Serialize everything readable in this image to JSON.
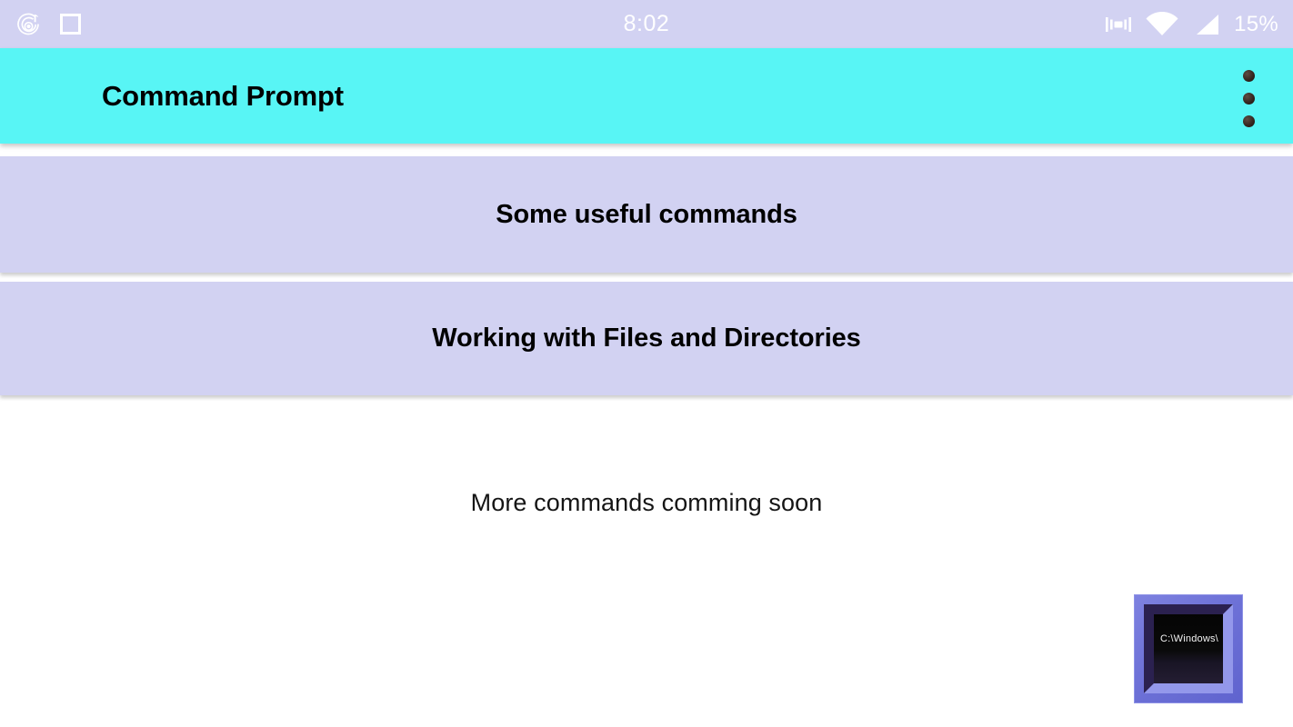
{
  "status_bar": {
    "background_color": "#d2d2f2",
    "clock": "8:02",
    "battery_percent": "15%",
    "left_icons": [
      "music-notification-icon",
      "square-notification-icon"
    ],
    "right_icons": [
      "vibrate-icon",
      "wifi-icon",
      "cellular-signal-icon"
    ]
  },
  "app_bar": {
    "title": "Command Prompt",
    "background_color": "#58f5f5",
    "title_color": "#000000",
    "overflow_menu_label": "More options"
  },
  "list": {
    "background_color": "#ffffff",
    "card_color": "#d2d2f2",
    "items": [
      {
        "label": "Some useful commands"
      },
      {
        "label": "Working with Files and Directories"
      }
    ]
  },
  "footer": {
    "note": "More commands comming soon"
  },
  "cmd_icon": {
    "name": "command-prompt-icon",
    "screen_text": "C:\\Windows\\",
    "frame_color": "#6f73d8",
    "screen_color": "#050505"
  }
}
